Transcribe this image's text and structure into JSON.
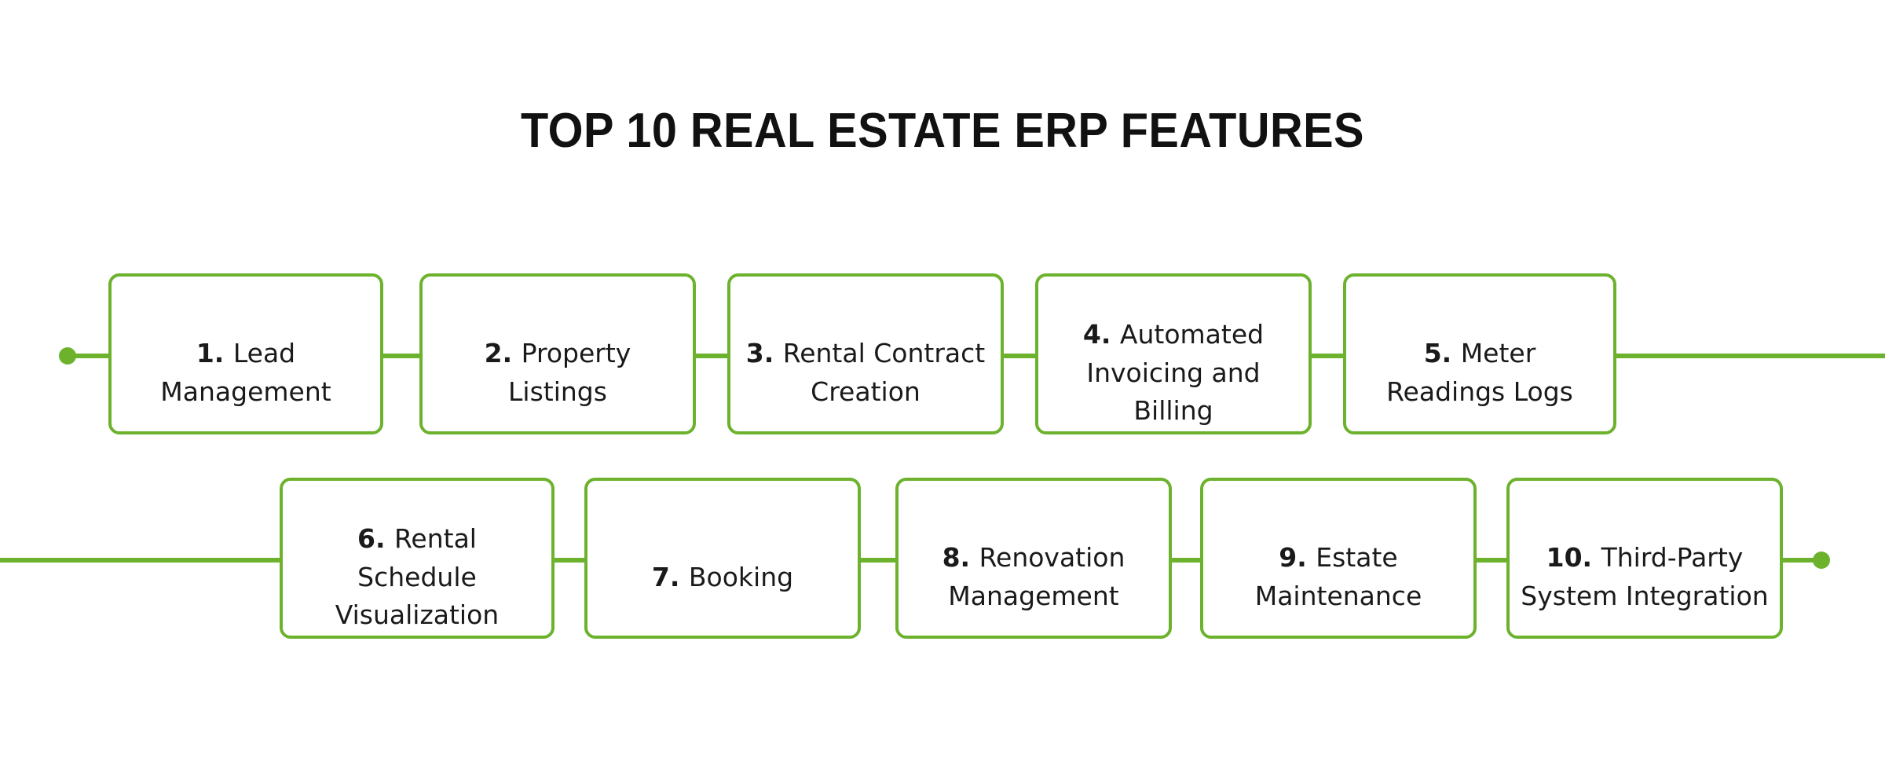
{
  "title": "TOP 10 REAL ESTATE ERP FEATURES",
  "colors": {
    "accent_green": "#6cb22d",
    "text": "#1a1a1a",
    "title": "#111111",
    "background": "#ffffff"
  },
  "diagram": {
    "type": "horizontal-timeline-chevron",
    "row_count": 2,
    "items_per_row": 5,
    "start_marker": "round-dot",
    "end_marker": "round-dot",
    "rows": [
      {
        "row_index": 1,
        "items": [
          {
            "number": "1.",
            "text": "Lead\nManagement",
            "full": "1. Lead Management"
          },
          {
            "number": "2.",
            "text": "Property\nListings",
            "full": "2. Property Listings"
          },
          {
            "number": "3.",
            "text": "Rental Contract\nCreation",
            "full": "3. Rental Contract Creation"
          },
          {
            "number": "4.",
            "text": "Automated\nInvoicing and\nBilling",
            "full": "4. Automated Invoicing and Billing"
          },
          {
            "number": "5.",
            "text": "Meter\nReadings Logs",
            "full": "5. Meter Readings Logs"
          }
        ]
      },
      {
        "row_index": 2,
        "items": [
          {
            "number": "6.",
            "text": "Rental\nSchedule\nVisualization",
            "full": "6. Rental Schedule Visualization"
          },
          {
            "number": "7.",
            "text": "Booking",
            "full": "7. Booking"
          },
          {
            "number": "8.",
            "text": "Renovation\nManagement",
            "full": "8. Renovation Management"
          },
          {
            "number": "9.",
            "text": "Estate\nMaintenance",
            "full": "9. Estate Maintenance"
          },
          {
            "number": "10.",
            "text": "Third-Party\nSystem Integration",
            "full": "10. Third-Party System Integration"
          }
        ]
      }
    ]
  }
}
